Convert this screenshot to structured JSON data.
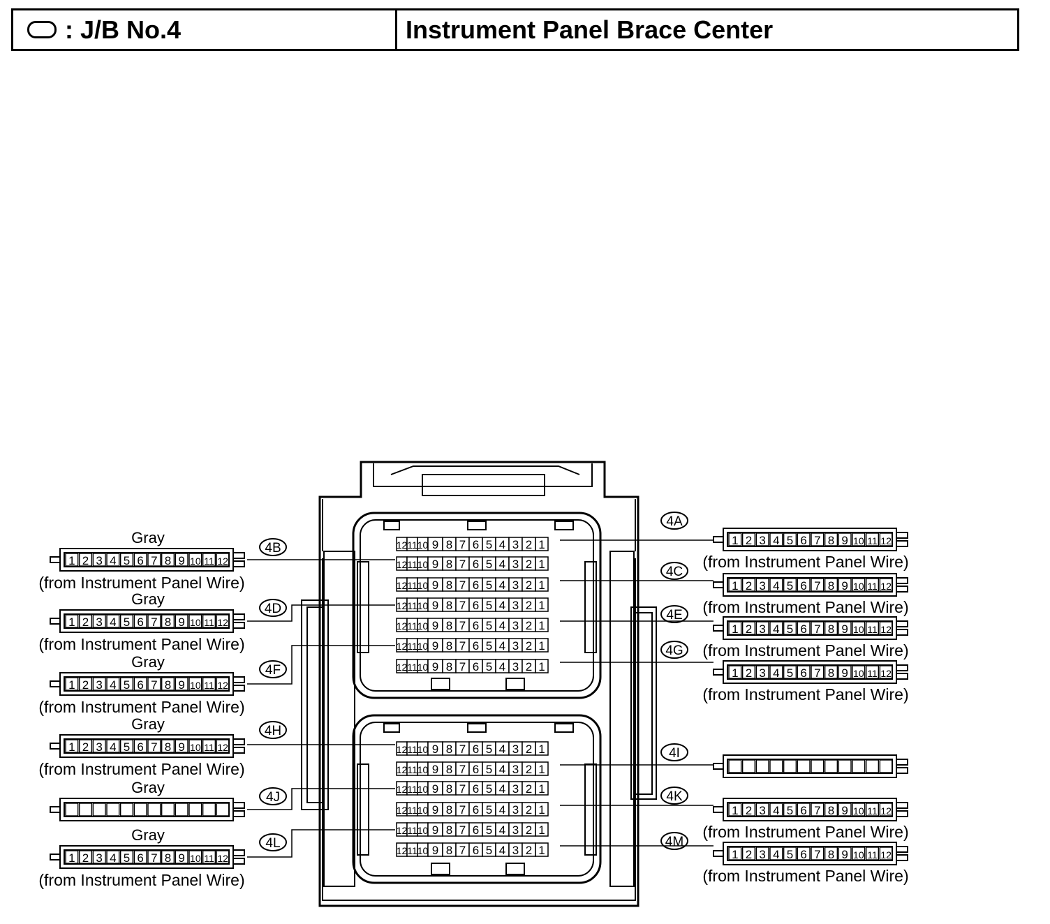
{
  "header": {
    "symbol_icon": "oval-icon",
    "jb_label": ": J/B No.4",
    "location": "Instrument Panel Brace Center"
  },
  "pins_descending": [
    "12",
    "11",
    "10",
    "9",
    "8",
    "7",
    "6",
    "5",
    "4",
    "3",
    "2",
    "1"
  ],
  "pins_ascending": [
    "1",
    "2",
    "3",
    "4",
    "5",
    "6",
    "7",
    "8",
    "9",
    "10",
    "11",
    "12"
  ],
  "connectors_left": [
    {
      "id": "4B",
      "color": "Gray",
      "source": "(from Instrument Panel Wire)",
      "numbered": true
    },
    {
      "id": "4D",
      "color": "Gray",
      "source": "(from Instrument Panel Wire)",
      "numbered": true
    },
    {
      "id": "4F",
      "color": "Gray",
      "source": "(from Instrument Panel Wire)",
      "numbered": true
    },
    {
      "id": "4H",
      "color": "Gray",
      "source": "(from Instrument Panel Wire)",
      "numbered": true
    },
    {
      "id": "4J",
      "color": "Gray",
      "source": "",
      "numbered": false
    },
    {
      "id": "4L",
      "color": "Gray",
      "source": "(from Instrument Panel Wire)",
      "numbered": true
    }
  ],
  "connectors_right": [
    {
      "id": "4A",
      "source": "(from Instrument Panel Wire)",
      "numbered": true
    },
    {
      "id": "4C",
      "source": "(from Instrument Panel Wire)",
      "numbered": true
    },
    {
      "id": "4E",
      "source": "(from Instrument Panel Wire)",
      "numbered": true
    },
    {
      "id": "4G",
      "source": "(from Instrument Panel Wire)",
      "numbered": true
    },
    {
      "id": "4I",
      "source": "",
      "numbered": false
    },
    {
      "id": "4K",
      "source": "(from Instrument Panel Wire)",
      "numbered": true
    },
    {
      "id": "4M",
      "source": "(from Instrument Panel Wire)",
      "numbered": true
    }
  ]
}
